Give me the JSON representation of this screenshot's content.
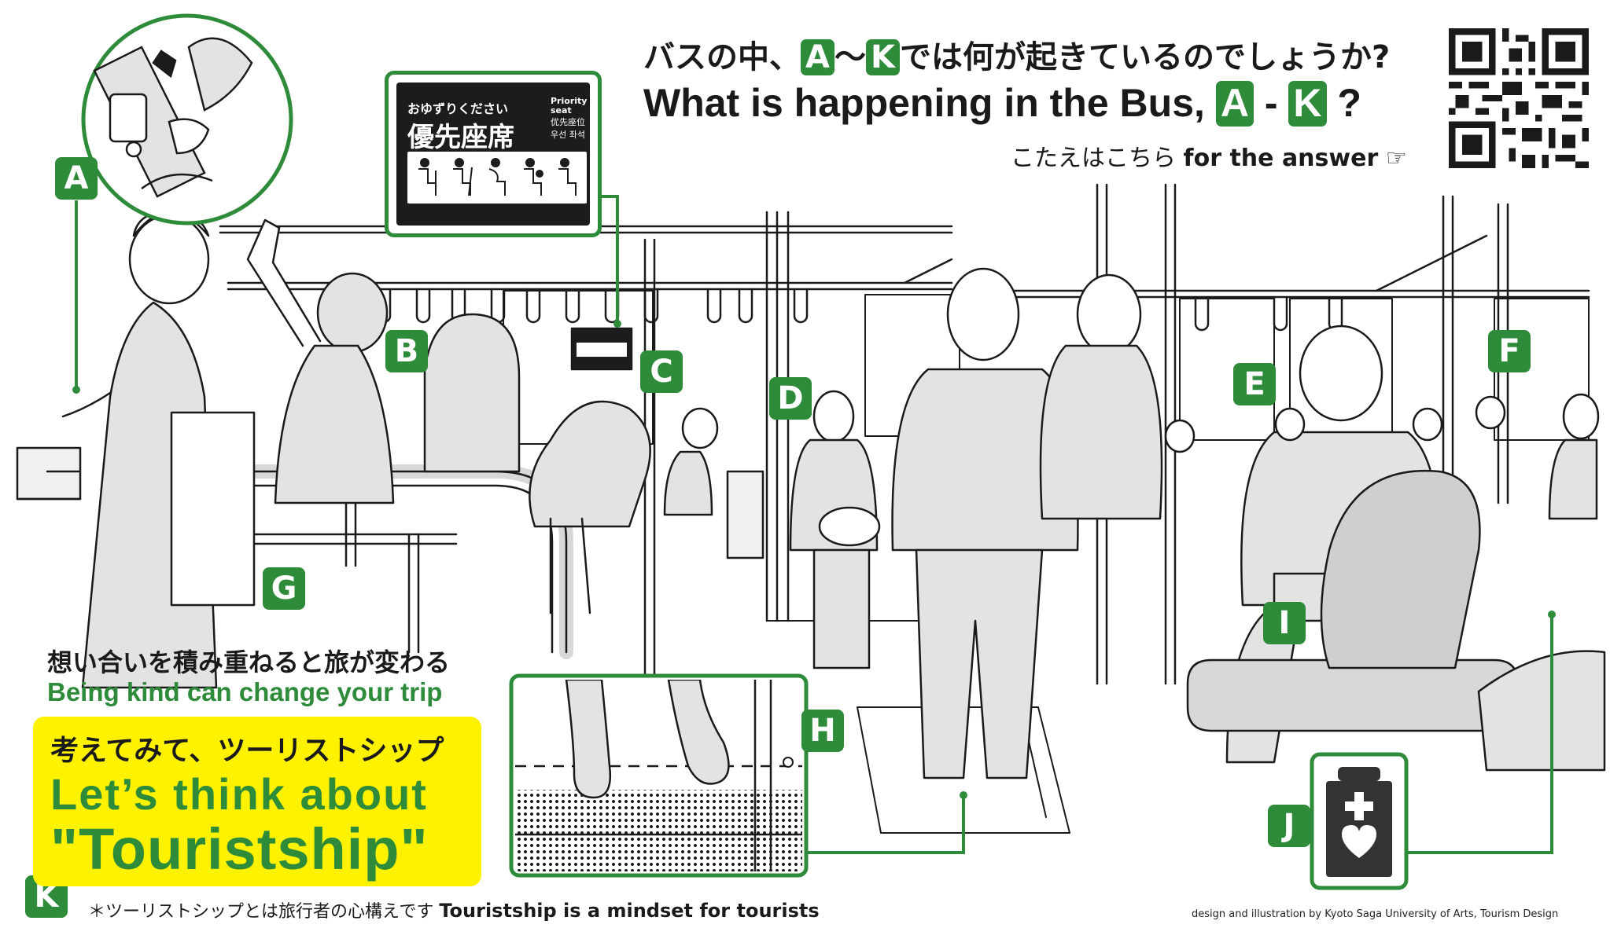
{
  "header": {
    "question_jp_before": "バスの中、",
    "question_jp_from": "A",
    "question_jp_tilde": "〜",
    "question_jp_to": "K",
    "question_jp_after": "では何が起きているのでしょうか?",
    "question_en_before": "What is happening in the Bus,",
    "question_en_from": "A",
    "question_en_dash": "-",
    "question_en_to": "K",
    "question_en_after": "?",
    "answer_jp": "こたえはこちら",
    "answer_en": "for the answer",
    "answer_pointer": "☞"
  },
  "priority_sign": {
    "jp_small": "おゆずりください",
    "jp_big": "優先座席",
    "en": "Priority seat",
    "zh": "优先座位",
    "ko": "우선 좌석",
    "icons": [
      "cane-user-icon",
      "crutch-user-icon",
      "pregnant-user-icon",
      "child-carrier-icon",
      "seated-person-icon"
    ]
  },
  "markers": [
    "A",
    "B",
    "C",
    "D",
    "E",
    "F",
    "G",
    "H",
    "I",
    "J",
    "K"
  ],
  "slogan": {
    "jp": "想い合いを積み重ねると旅が変わる",
    "en": "Being kind can change your trip"
  },
  "touristship": {
    "jp": "考えてみて、ツーリストシップ",
    "en_line1": "Let’s think about",
    "en_line2": "\"Touristship\""
  },
  "footnote": {
    "jp": "＊ツーリストシップとは旅行者の心構えです",
    "en": "Touristship is a mindset for tourists"
  },
  "credit": "design and illustration by Kyoto Saga University of Arts, Tourism Design",
  "colors": {
    "brand_green": "#2e8b3a",
    "highlight_yellow": "#fff200",
    "figure_gray": "#e3e3e3",
    "line_black": "#1a1a1a"
  }
}
